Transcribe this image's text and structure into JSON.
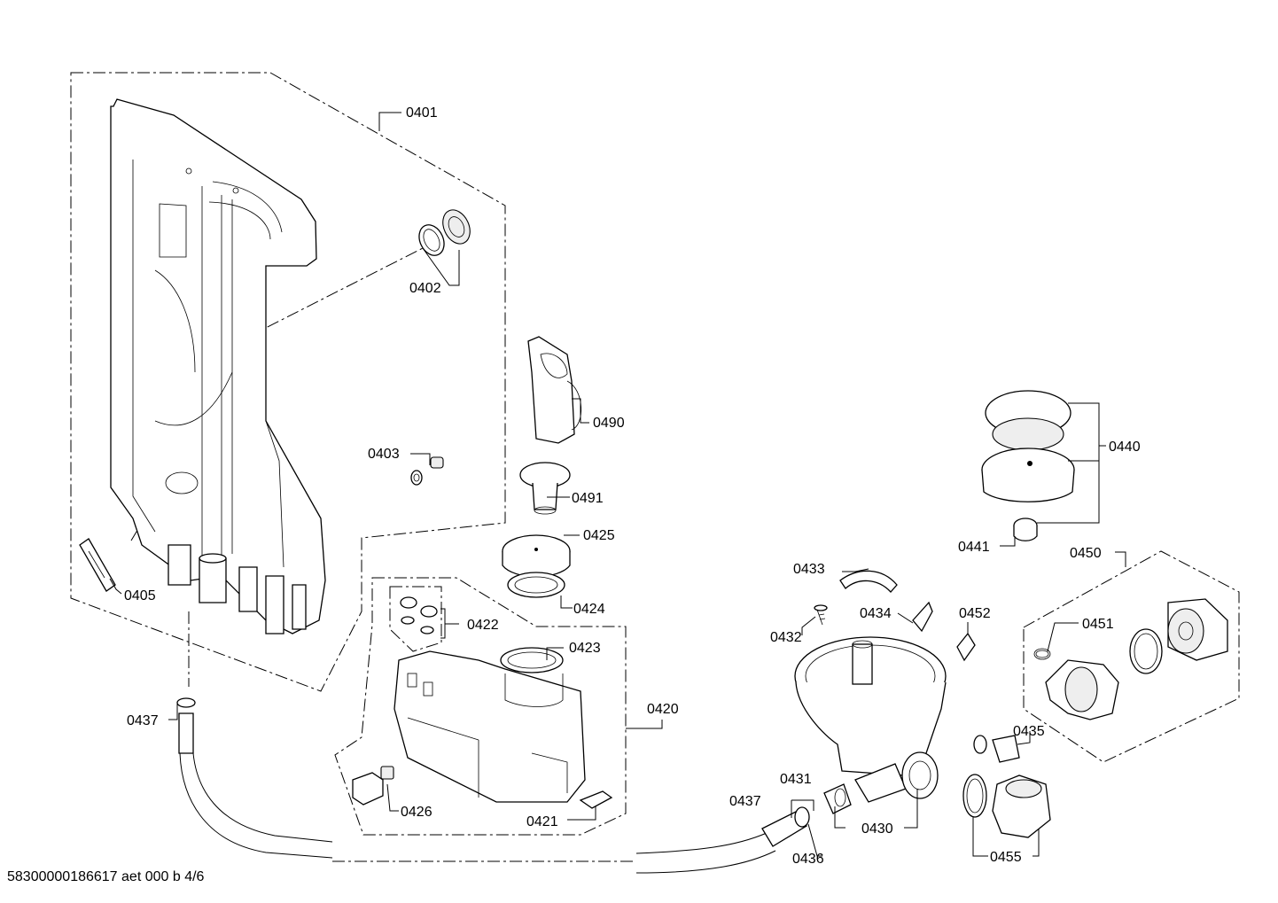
{
  "footer_text": "58300000186617 aet 000 b 4/6",
  "callouts": {
    "p0401": "0401",
    "p0402": "0402",
    "p0403": "0403",
    "p0405": "0405",
    "p0490": "0490",
    "p0491": "0491",
    "p0425": "0425",
    "p0424": "0424",
    "p0422": "0422",
    "p0423": "0423",
    "p0420": "0420",
    "p0426": "0426",
    "p0421": "0421",
    "p0437a": "0437",
    "p0437b": "0437",
    "p0436": "0436",
    "p0431": "0431",
    "p0430": "0430",
    "p0432": "0432",
    "p0433": "0433",
    "p0434": "0434",
    "p0452": "0452",
    "p0440": "0440",
    "p0441": "0441",
    "p0450": "0450",
    "p0451": "0451",
    "p0435": "0435",
    "p0455": "0455"
  }
}
